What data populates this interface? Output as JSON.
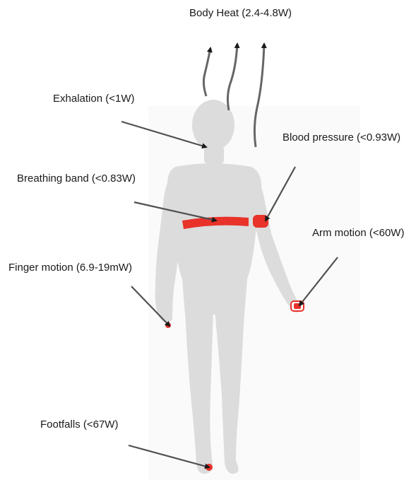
{
  "labels": {
    "body_heat": "Body Heat (2.4-4.8W)",
    "exhalation": "Exhalation (<1W)",
    "blood_pressure": "Blood pressure (<0.93W)",
    "breathing_band": "Breathing band (<0.83W)",
    "arm_motion": "Arm motion (<60W)",
    "finger_motion": "Finger motion (6.9-19mW)",
    "footfalls": "Footfalls (<67W)"
  },
  "colors": {
    "body": "#dcdcdc",
    "sensor": "#e8322a",
    "arrow": "#505050",
    "text": "#1a1a1a"
  }
}
